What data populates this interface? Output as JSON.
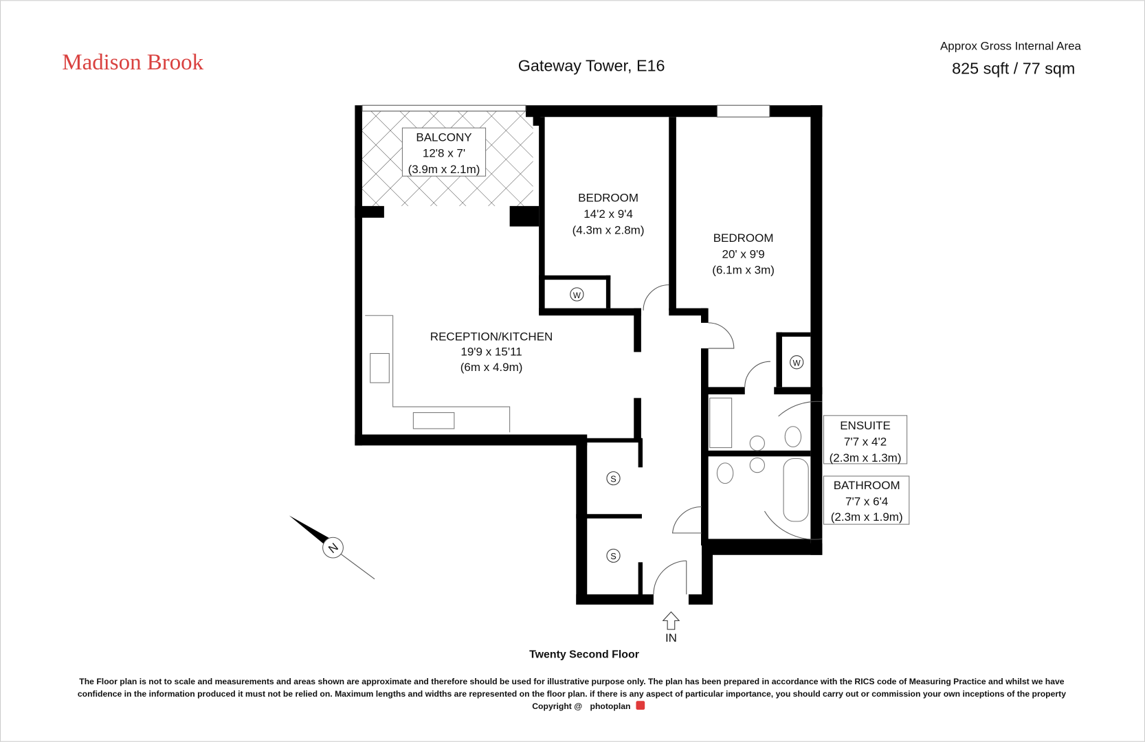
{
  "header": {
    "logo": "Madison Brook",
    "title": "Gateway Tower, E16",
    "area_label": "Approx Gross Internal Area",
    "area_value": "825 sqft / 77 sqm"
  },
  "rooms": [
    {
      "name": "BALCONY",
      "imperial": "12'8 x 7'",
      "metric": "(3.9m x 2.1m)"
    },
    {
      "name": "BEDROOM",
      "imperial": "14'2 x 9'4",
      "metric": "(4.3m x 2.8m)"
    },
    {
      "name": "BEDROOM",
      "imperial": "20' x 9'9",
      "metric": "(6.1m x 3m)"
    },
    {
      "name": "RECEPTION/KITCHEN",
      "imperial": "19'9 x 15'11",
      "metric": "(6m x 4.9m)"
    },
    {
      "name": "ENSUITE",
      "imperial": "7'7 x 4'2",
      "metric": "(2.3m x 1.3m)"
    },
    {
      "name": "BATHROOM",
      "imperial": "7'7 x 6'4",
      "metric": "(2.3m x 1.9m)"
    }
  ],
  "symbols": {
    "wardrobe": "W",
    "storage": "S",
    "north": "N",
    "entrance": "IN"
  },
  "floor_label": "Twenty Second Floor",
  "disclaimer": [
    "The Floor plan is not to scale and measurements and areas shown are approximate and therefore should be used for illustrative purpose only. The plan has been prepared in accordance with the RICS code of Measuring Practice and whilst we have",
    "confidence in the information produced it must not be relied on. Maximum  lengths and widths are represented on the floor plan. if there is any aspect of particular importance, you should carry out or commission your own inceptions of the property"
  ],
  "copyright": "Copyright @",
  "brand": "photoplan",
  "colors": {
    "logo": "#d9413f",
    "wall": "#000000",
    "brand_icon": "#e03a3a"
  }
}
